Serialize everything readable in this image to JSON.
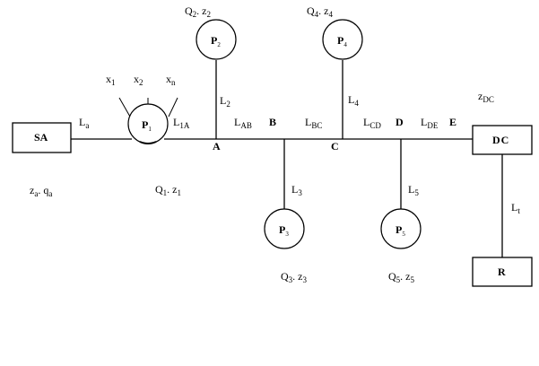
{
  "diagram": {
    "boxes": {
      "source": "SA",
      "destination": "DC",
      "receiver": "R"
    },
    "pumps": [
      {
        "id": "P1",
        "base": "P",
        "sub": "1",
        "q_label": "Q",
        "q_sub": "1",
        "z_label": "z",
        "z_sub": "1"
      },
      {
        "id": "P2",
        "base": "P",
        "sub": "2",
        "q_label": "Q",
        "q_sub": "2",
        "z_label": "z",
        "z_sub": "2"
      },
      {
        "id": "P3",
        "base": "P",
        "sub": "3",
        "q_label": "Q",
        "q_sub": "3",
        "z_label": "z",
        "z_sub": "3"
      },
      {
        "id": "P4",
        "base": "P",
        "sub": "4",
        "q_label": "Q",
        "q_sub": "4",
        "z_label": "z",
        "z_sub": "4"
      },
      {
        "id": "P5",
        "base": "P",
        "sub": "5",
        "q_label": "Q",
        "q_sub": "5",
        "z_label": "z",
        "z_sub": "5"
      }
    ],
    "inputs": [
      {
        "base": "x",
        "sub": "1"
      },
      {
        "base": "x",
        "sub": "2"
      },
      {
        "base": "x",
        "sub": "n"
      }
    ],
    "junctions": [
      "A",
      "B",
      "C",
      "D",
      "E"
    ],
    "segments": [
      {
        "base": "L",
        "sub": "a"
      },
      {
        "base": "L",
        "sub": "1A"
      },
      {
        "base": "L",
        "sub": "AB"
      },
      {
        "base": "L",
        "sub": "BC"
      },
      {
        "base": "L",
        "sub": "CD"
      },
      {
        "base": "L",
        "sub": "DE"
      },
      {
        "base": "L",
        "sub": "2"
      },
      {
        "base": "L",
        "sub": "3"
      },
      {
        "base": "L",
        "sub": "4"
      },
      {
        "base": "L",
        "sub": "5"
      },
      {
        "base": "L",
        "sub": "t"
      }
    ],
    "source_params": {
      "z_label": "z",
      "z_sub": "a",
      "q_label": "q",
      "q_sub": "a"
    },
    "dc_elevation": {
      "base": "z",
      "sub": "DC"
    },
    "separator": ". "
  }
}
